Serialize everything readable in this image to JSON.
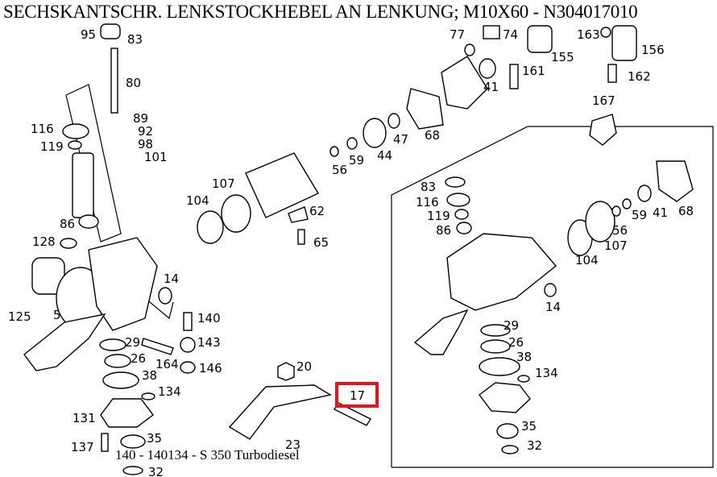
{
  "title": "SECHSKANTSCHR. LENKSTOCKHEBEL AN LENKUNG; M10X60 - N304017010",
  "footer": "140 - 140134 - S 350 Turbodiesel",
  "highlight": {
    "label": "17",
    "color": "#e8141c"
  },
  "labels": [
    "95",
    "83",
    "80",
    "89",
    "92",
    "98",
    "101",
    "116",
    "119",
    "86",
    "128",
    "125",
    "5",
    "14",
    "140",
    "143",
    "164",
    "146",
    "29",
    "26",
    "38",
    "134",
    "131",
    "137",
    "35",
    "32",
    "20",
    "17",
    "23",
    "104",
    "107",
    "62",
    "65",
    "56",
    "59",
    "44",
    "47",
    "68",
    "77",
    "74",
    "163",
    "155",
    "156",
    "41",
    "161",
    "162",
    "167",
    "83",
    "116",
    "119",
    "86",
    "104",
    "107",
    "56",
    "59",
    "41",
    "68",
    "14",
    "29",
    "26",
    "38",
    "134",
    "35",
    "32"
  ]
}
